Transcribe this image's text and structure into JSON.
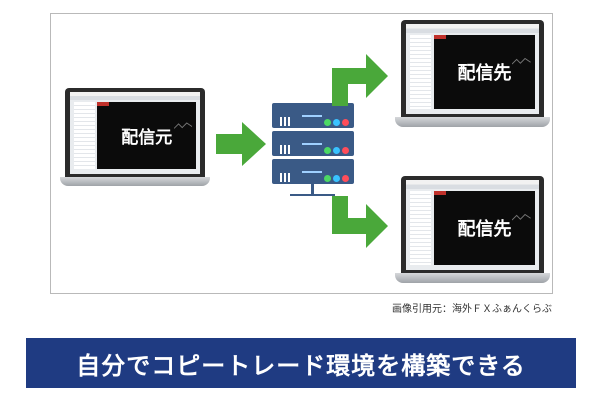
{
  "diagram": {
    "source_label": "配信元",
    "dest_top_label": "配信先",
    "dest_bottom_label": "配信先"
  },
  "caption": "画像引用元：海外ＦＸふぁんくらぶ",
  "banner_text": "自分でコピートレード環境を構築できる",
  "colors": {
    "arrow": "#4aa83a",
    "server": "#3a5a86",
    "banner": "#1f3b82"
  }
}
